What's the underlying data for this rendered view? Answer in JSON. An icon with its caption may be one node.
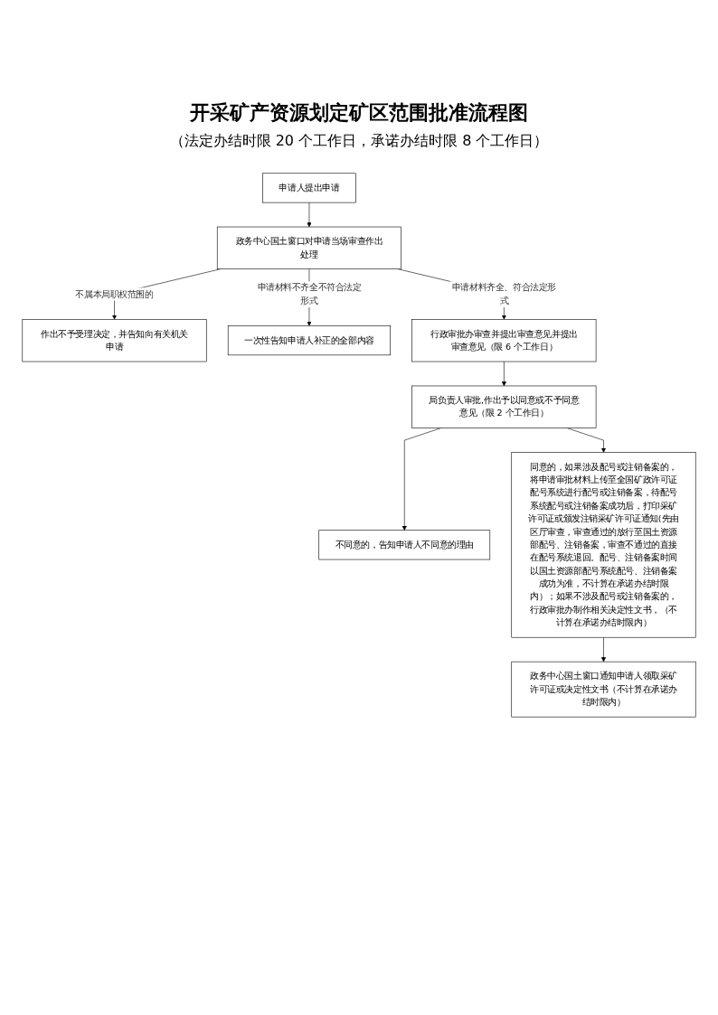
{
  "diagram": {
    "title": "开采矿产资源划定矿区范围批准流程图",
    "nodes": [
      {
        "text": [
          "申请人提出申请"
        ]
      },
      {
        "text": [
          "政务中心国土窗口对申请当场审查作出处理"
        ]
      },
      {
        "text": [
          "作出不予受理决定，并告知向有关机关申请"
        ]
      },
      {
        "text": [
          "一次性告知申请人补正的全部内容"
        ]
      },
      {
        "text": [
          "行政审批办审查并提出审查意见并提出审查意见（限 6 个工作日）"
        ]
      },
      {
        "text": [
          "局负责人审批,作出予以同意或不予同意意见（限 2 个工作日）"
        ]
      },
      {
        "text": [
          "不同意的，告知申请人不同意的理由"
        ]
      },
      {
        "text": [
          "同意的，如果涉及配号或注销备案的，将申请审批材料上传至全国矿政许可证配号系统进行配号或注销备案，待配号系统配号或注销备案成功后，打印采矿许可证或颁发注销采矿许可证通知(先由区厅审查，审查通过的放行至国土资源部配号、注销备案，审查不通过的直接在配号系统退回。配号、注销备案时间以国土资源部配号系统配号、注销备案成功为准，不计算在承诺办结时限内）；如果不涉及配号或注销备案的，行政审批办制作相关决定性文书，（不计算在承诺办结时限内）"
        ]
      },
      {
        "text": [
          "政务中心国土窗口通知申请人领取采矿许可证或决定性文书（不计算在承诺办结时限内）"
        ]
      }
    ],
    "edges": [
      {
        "from": 0,
        "to": 1,
        "arrow": "to"
      },
      {
        "from": 1,
        "to": 2,
        "arrow": "to",
        "label": "不属本局职权范围的"
      },
      {
        "from": 1,
        "to": 3,
        "arrow": "to",
        "label": "申请材料不齐全不符合法定形式"
      },
      {
        "from": 1,
        "to": 4,
        "arrow": "to",
        "label": "申请材料齐全、符合法定形式"
      },
      {
        "from": 4,
        "to": 5,
        "arrow": "to"
      },
      {
        "from": 5,
        "to": 6,
        "arrow": "to"
      },
      {
        "from": 5,
        "to": 7,
        "arrow": "to"
      },
      {
        "from": 7,
        "to": 8,
        "arrow": "to"
      }
    ],
    "labels": [
      "（法定办结时限 20 个工作日，承诺办结时限 8 个工作日）"
    ]
  }
}
